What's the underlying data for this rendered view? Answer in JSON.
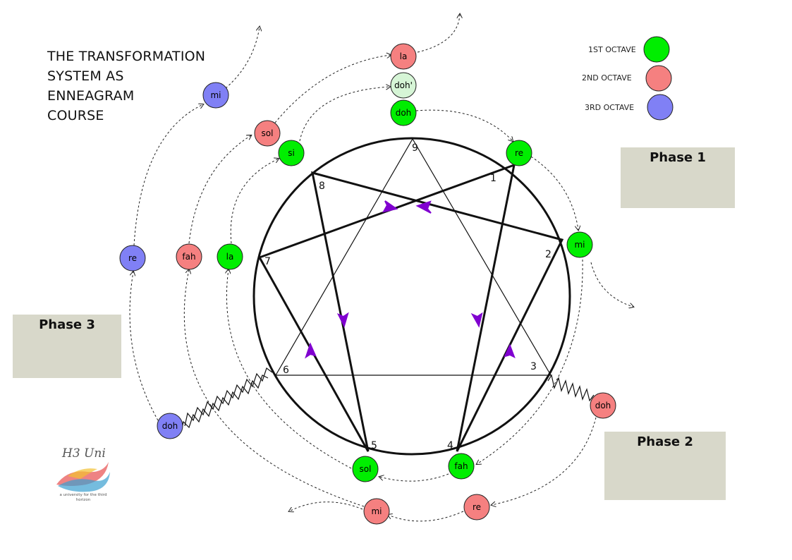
{
  "title_lines": [
    "THE TRANSFORMATION",
    "SYSTEM AS",
    "ENNEAGRAM",
    "COURSE"
  ],
  "phases": [
    "Phase 1",
    "Phase 2",
    "Phase 3"
  ],
  "legend": [
    {
      "label": "1ST OCTAVE",
      "color": "#00ee00"
    },
    {
      "label": "2ND OCTAVE",
      "color": "#f58080"
    },
    {
      "label": "3RD OCTAVE",
      "color": "#8080f5"
    }
  ],
  "points": [
    "9",
    "1",
    "2",
    "3",
    "4",
    "5",
    "6",
    "7",
    "8"
  ],
  "octave1": [
    "doh",
    "re",
    "mi",
    "fah",
    "sol",
    "la",
    "si",
    "doh'"
  ],
  "octave2": [
    "doh",
    "re",
    "mi",
    "fah",
    "sol",
    "la"
  ],
  "octave3": [
    "doh",
    "re",
    "mi"
  ],
  "colors": {
    "octave1": "#00ee00",
    "octave2": "#f58080",
    "octave3": "#8080f5",
    "doh_prime": "#d6f5d6",
    "arrows": "#8000d0",
    "phase_box": "#d8d8ca"
  },
  "logo": {
    "main": "H3 Uni",
    "sub": "a university for the third horizon"
  }
}
